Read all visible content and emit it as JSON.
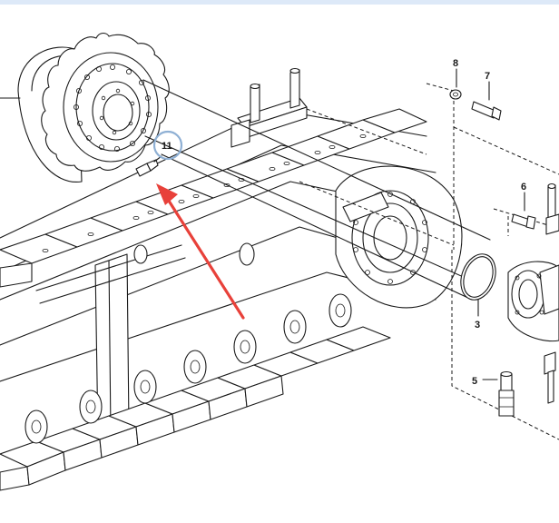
{
  "callouts": {
    "c3": "3",
    "c5": "5",
    "c6": "6",
    "c7": "7",
    "c8": "8",
    "c11": "11"
  },
  "colors": {
    "top_strip": "#dde9f8",
    "highlight_circle": "#8fb0d4",
    "arrow": "#e8413a"
  }
}
